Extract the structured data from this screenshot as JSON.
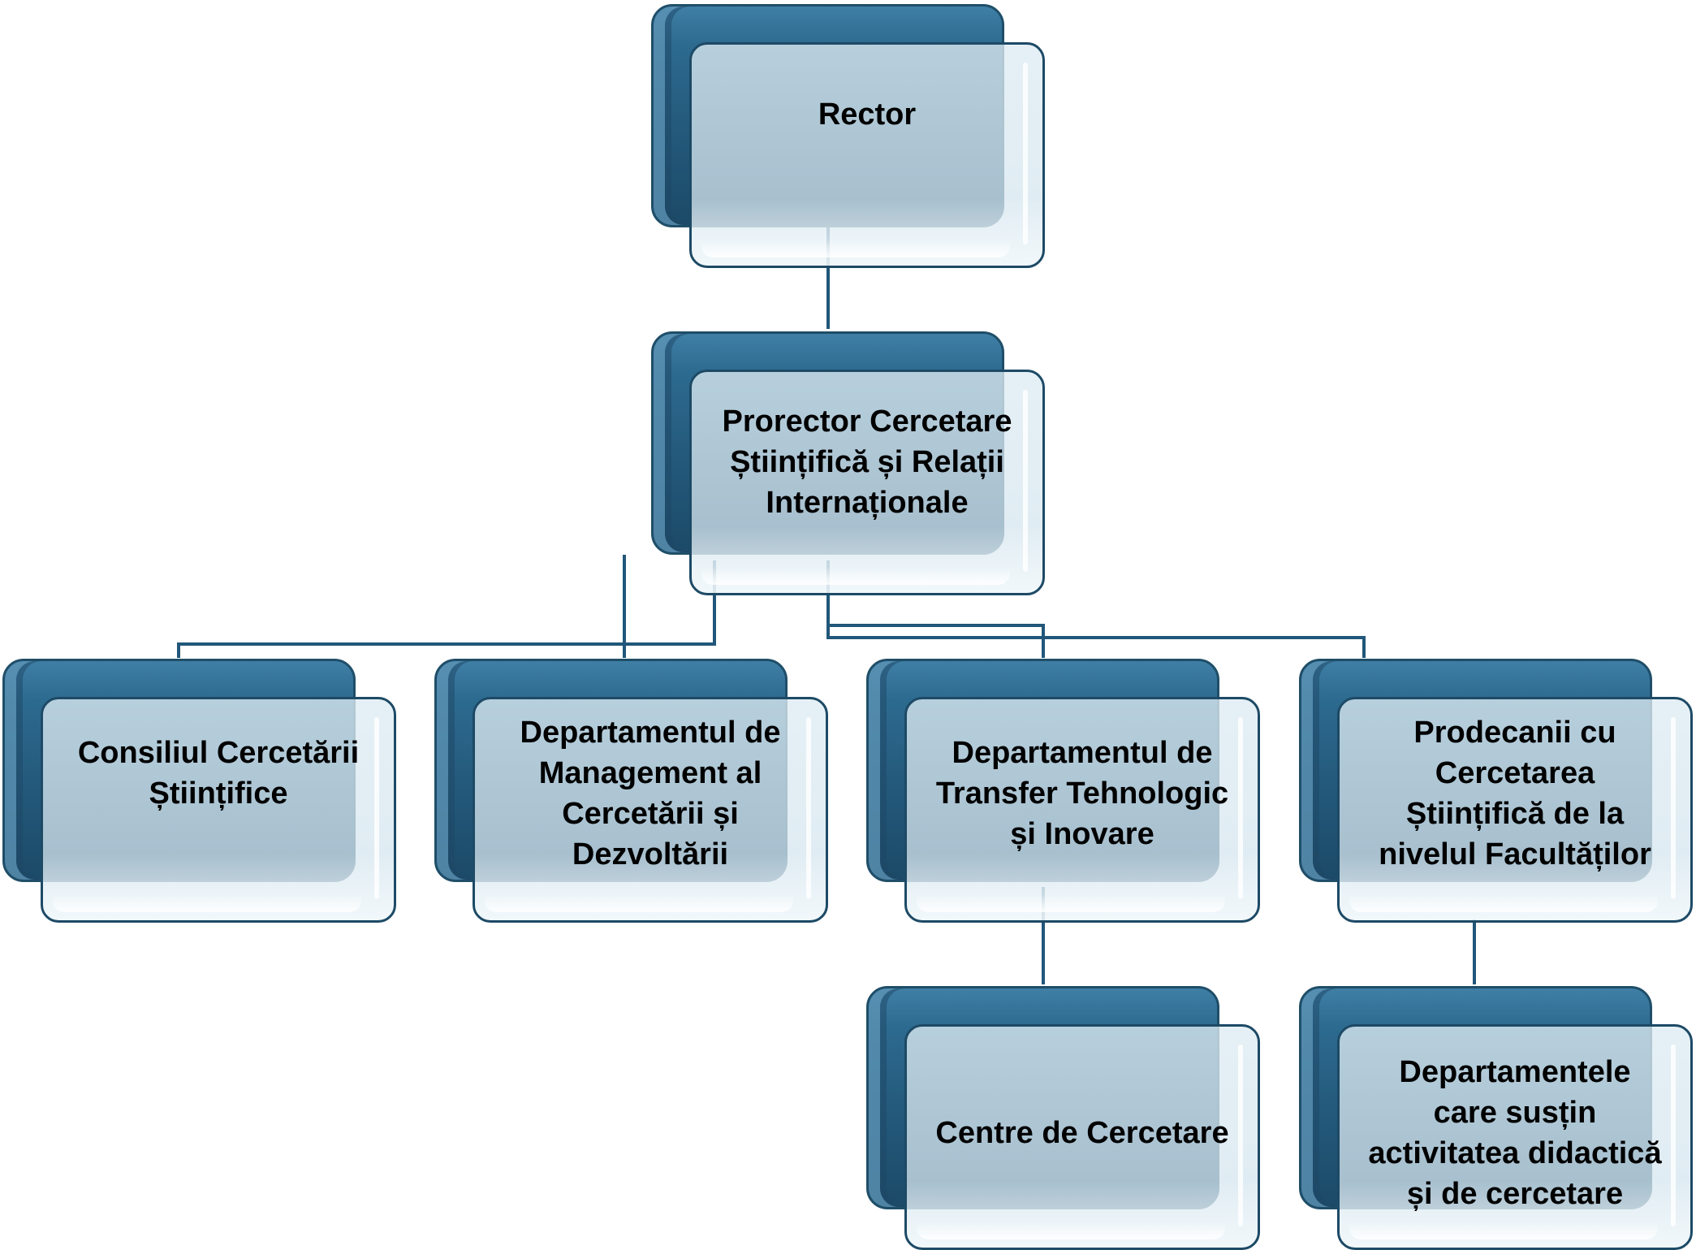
{
  "diagram": {
    "colors": {
      "box_back": "#245a7c",
      "box_border": "#1d4a66",
      "box_front": "#dbeaf1",
      "connector": "#21577a",
      "text": "#000000"
    },
    "nodes": {
      "rector": {
        "label": "Rector"
      },
      "prorector": {
        "label": "Prorector Cercetare\nȘtiințifică și Relații\nInternaționale"
      },
      "consiliul": {
        "label": "Consiliul Cercetării\nȘtiințifice"
      },
      "dept_management": {
        "label": "Departamentul de\nManagement al\nCercetării și\nDezvoltării"
      },
      "dept_transfer": {
        "label": "Departamentul de\nTransfer Tehnologic\nși Inovare"
      },
      "prodecanii": {
        "label": "Prodecanii cu\nCercetarea\nȘtiințifică de la\nnivelul Facultăților"
      },
      "centre": {
        "label": "Centre de Cercetare"
      },
      "departamentele": {
        "label": "Departamentele\ncare susțin\nactivitatea didactică\nși de cercetare"
      }
    },
    "edges": [
      [
        "rector",
        "prorector"
      ],
      [
        "prorector",
        "consiliul"
      ],
      [
        "prorector",
        "dept_management"
      ],
      [
        "prorector",
        "dept_transfer"
      ],
      [
        "prorector",
        "prodecanii"
      ],
      [
        "dept_transfer",
        "centre"
      ],
      [
        "prodecanii",
        "departamentele"
      ]
    ]
  }
}
